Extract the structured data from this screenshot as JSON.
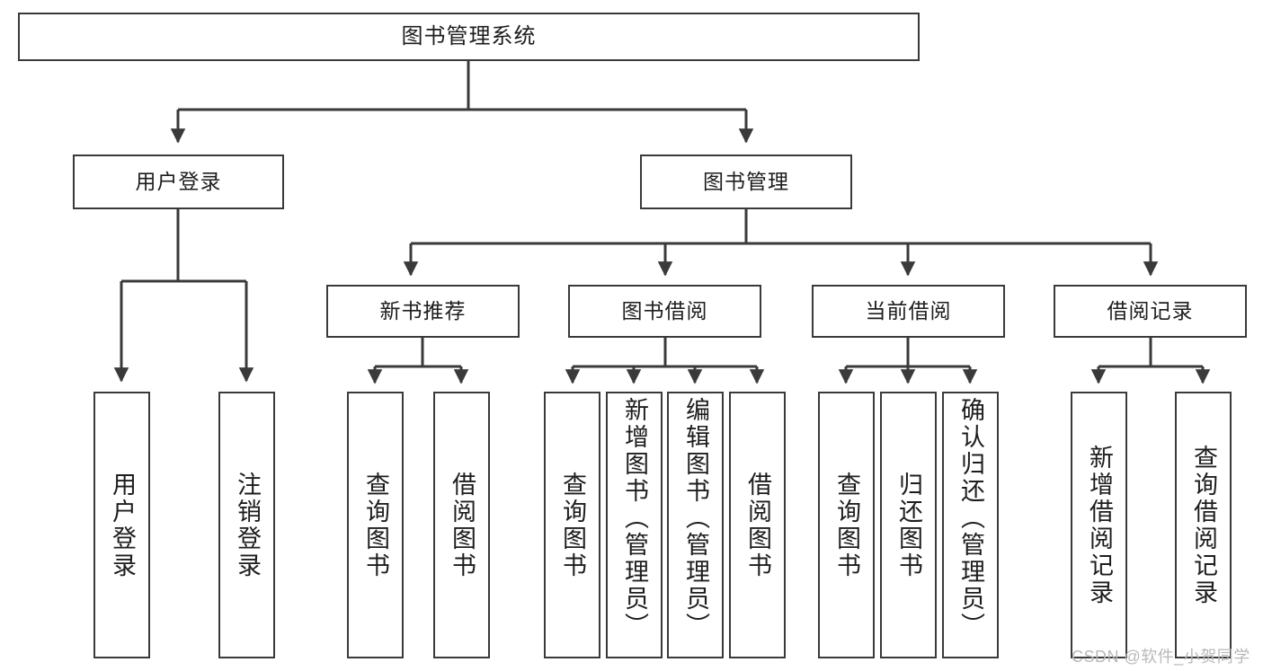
{
  "diagram": {
    "title": "图书管理系统",
    "type": "tree-hierarchy",
    "colors": {
      "box_border": "#3a3a3a",
      "box_fill": "#ffffff",
      "connector": "#3a3a3a",
      "text": "#1d1d1d",
      "watermark": "#b9b9b9",
      "background": "#ffffff"
    },
    "nodes": {
      "root": {
        "label": "图书管理系统"
      },
      "level2": [
        {
          "id": "user-login",
          "label": "用户登录"
        },
        {
          "id": "book-management",
          "label": "图书管理"
        }
      ],
      "level3": [
        {
          "id": "new-book-recommend",
          "label": "新书推荐"
        },
        {
          "id": "book-borrow",
          "label": "图书借阅"
        },
        {
          "id": "current-borrow",
          "label": "当前借阅"
        },
        {
          "id": "borrow-record",
          "label": "借阅记录"
        }
      ],
      "leaves": {
        "user-login": [
          {
            "id": "leaf-user-login",
            "label": "用户登录"
          },
          {
            "id": "leaf-user-logout",
            "label": "注销登录"
          }
        ],
        "new-book-recommend": [
          {
            "id": "leaf-query-book-1",
            "label": "查询图书"
          },
          {
            "id": "leaf-borrow-book-1",
            "label": "借阅图书"
          }
        ],
        "book-borrow": [
          {
            "id": "leaf-query-book-2",
            "label": "查询图书"
          },
          {
            "id": "leaf-add-book",
            "label": "新增图书（管理员）"
          },
          {
            "id": "leaf-edit-book",
            "label": "编辑图书（管理员）"
          },
          {
            "id": "leaf-borrow-book-2",
            "label": "借阅图书"
          }
        ],
        "current-borrow": [
          {
            "id": "leaf-query-book-3",
            "label": "查询图书"
          },
          {
            "id": "leaf-return-book",
            "label": "归还图书"
          },
          {
            "id": "leaf-confirm-return",
            "label": "确认归还（管理员）"
          }
        ],
        "borrow-record": [
          {
            "id": "leaf-add-record",
            "label": "新增借阅记录"
          },
          {
            "id": "leaf-query-record",
            "label": "查询借阅记录"
          }
        ]
      }
    },
    "watermark": "CSDN @软件_小贺同学"
  }
}
